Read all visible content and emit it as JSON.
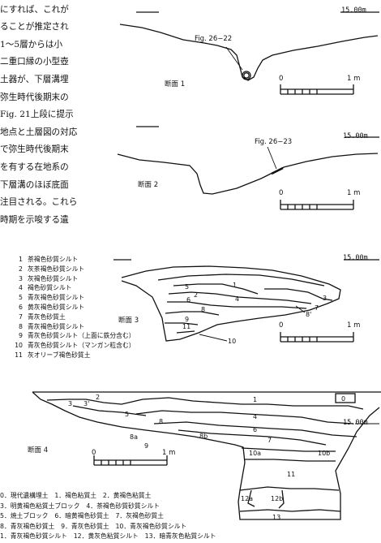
{
  "body_text": [
    "にすれば、これが",
    "ることが推定され",
    "1～5層からは小",
    "二重口縁の小型壺",
    "土器が、下層溝埋",
    "弥生時代後期末の",
    "Fig. 21上段に提示",
    "地点と土層図の対応",
    "で弥生時代後期末",
    "を有する在地系の",
    "下層溝のほぼ底面",
    "注目される。これら",
    "時期を示唆する遺"
  ],
  "sections": {
    "s1": {
      "name": "断面 1",
      "level": "15.00m",
      "fig": "Fig. 26−22",
      "scale": "1 m",
      "zero": "0"
    },
    "s2": {
      "name": "断面 2",
      "level": "15.00m",
      "fig": "Fig. 26−23",
      "scale": "1 m",
      "zero": "0"
    },
    "s3": {
      "name": "断面 3",
      "level": "15.00m",
      "scale": "1 m",
      "zero": "0",
      "layer_labels": [
        "1",
        "2",
        "3",
        "4",
        "5",
        "6",
        "7",
        "8",
        "8'",
        "9",
        "10",
        "11"
      ]
    },
    "s4": {
      "name": "断面 4",
      "level": "15.00m",
      "scale": "1 m",
      "zero": "0",
      "layer_labels": [
        "0",
        "1",
        "2",
        "3",
        "3'",
        "4",
        "5",
        "6",
        "7",
        "8",
        "8a",
        "8b",
        "9",
        "10a",
        "10b",
        "11",
        "12a",
        "12b",
        "13"
      ]
    }
  },
  "legend_s3": [
    {
      "num": "1",
      "text": "茶褐色砂質シルト"
    },
    {
      "num": "2",
      "text": "灰茶褐色砂質シルト"
    },
    {
      "num": "3",
      "text": "灰褐色砂質シルト"
    },
    {
      "num": "4",
      "text": "褐色砂質シルト"
    },
    {
      "num": "5",
      "text": "青灰褐色砂質シルト"
    },
    {
      "num": "6",
      "text": "黄灰褐色砂質シルト"
    },
    {
      "num": "7",
      "text": "青灰色砂質土"
    },
    {
      "num": "8",
      "text": "青灰褐色砂質シルト"
    },
    {
      "num": "9",
      "text": "青灰色砂質シルト（上面に鉄分含む）"
    },
    {
      "num": "10",
      "text": "青灰色砂質シルト（マンガン粒含む）"
    },
    {
      "num": "11",
      "text": "灰オリーブ褐色砂質土"
    }
  ],
  "legend_s4": [
    "0．現代遺構埋土　1．褐色粘質土　2．黄褐色粘質土",
    "3．明黄褐色粘質土ブロック　4．茶褐色砂質砂質シルト",
    "5．焼土ブロック　6．暗黄褐色砂質土　7．灰褐色砂質土",
    "8．青灰褐色砂質土　9．青灰色砂質土　10．青灰褐色砂質シルト",
    "1．青灰褐色砂質シルト　12．黄灰色粘質シルト　13．暗青灰色粘質シルト"
  ]
}
